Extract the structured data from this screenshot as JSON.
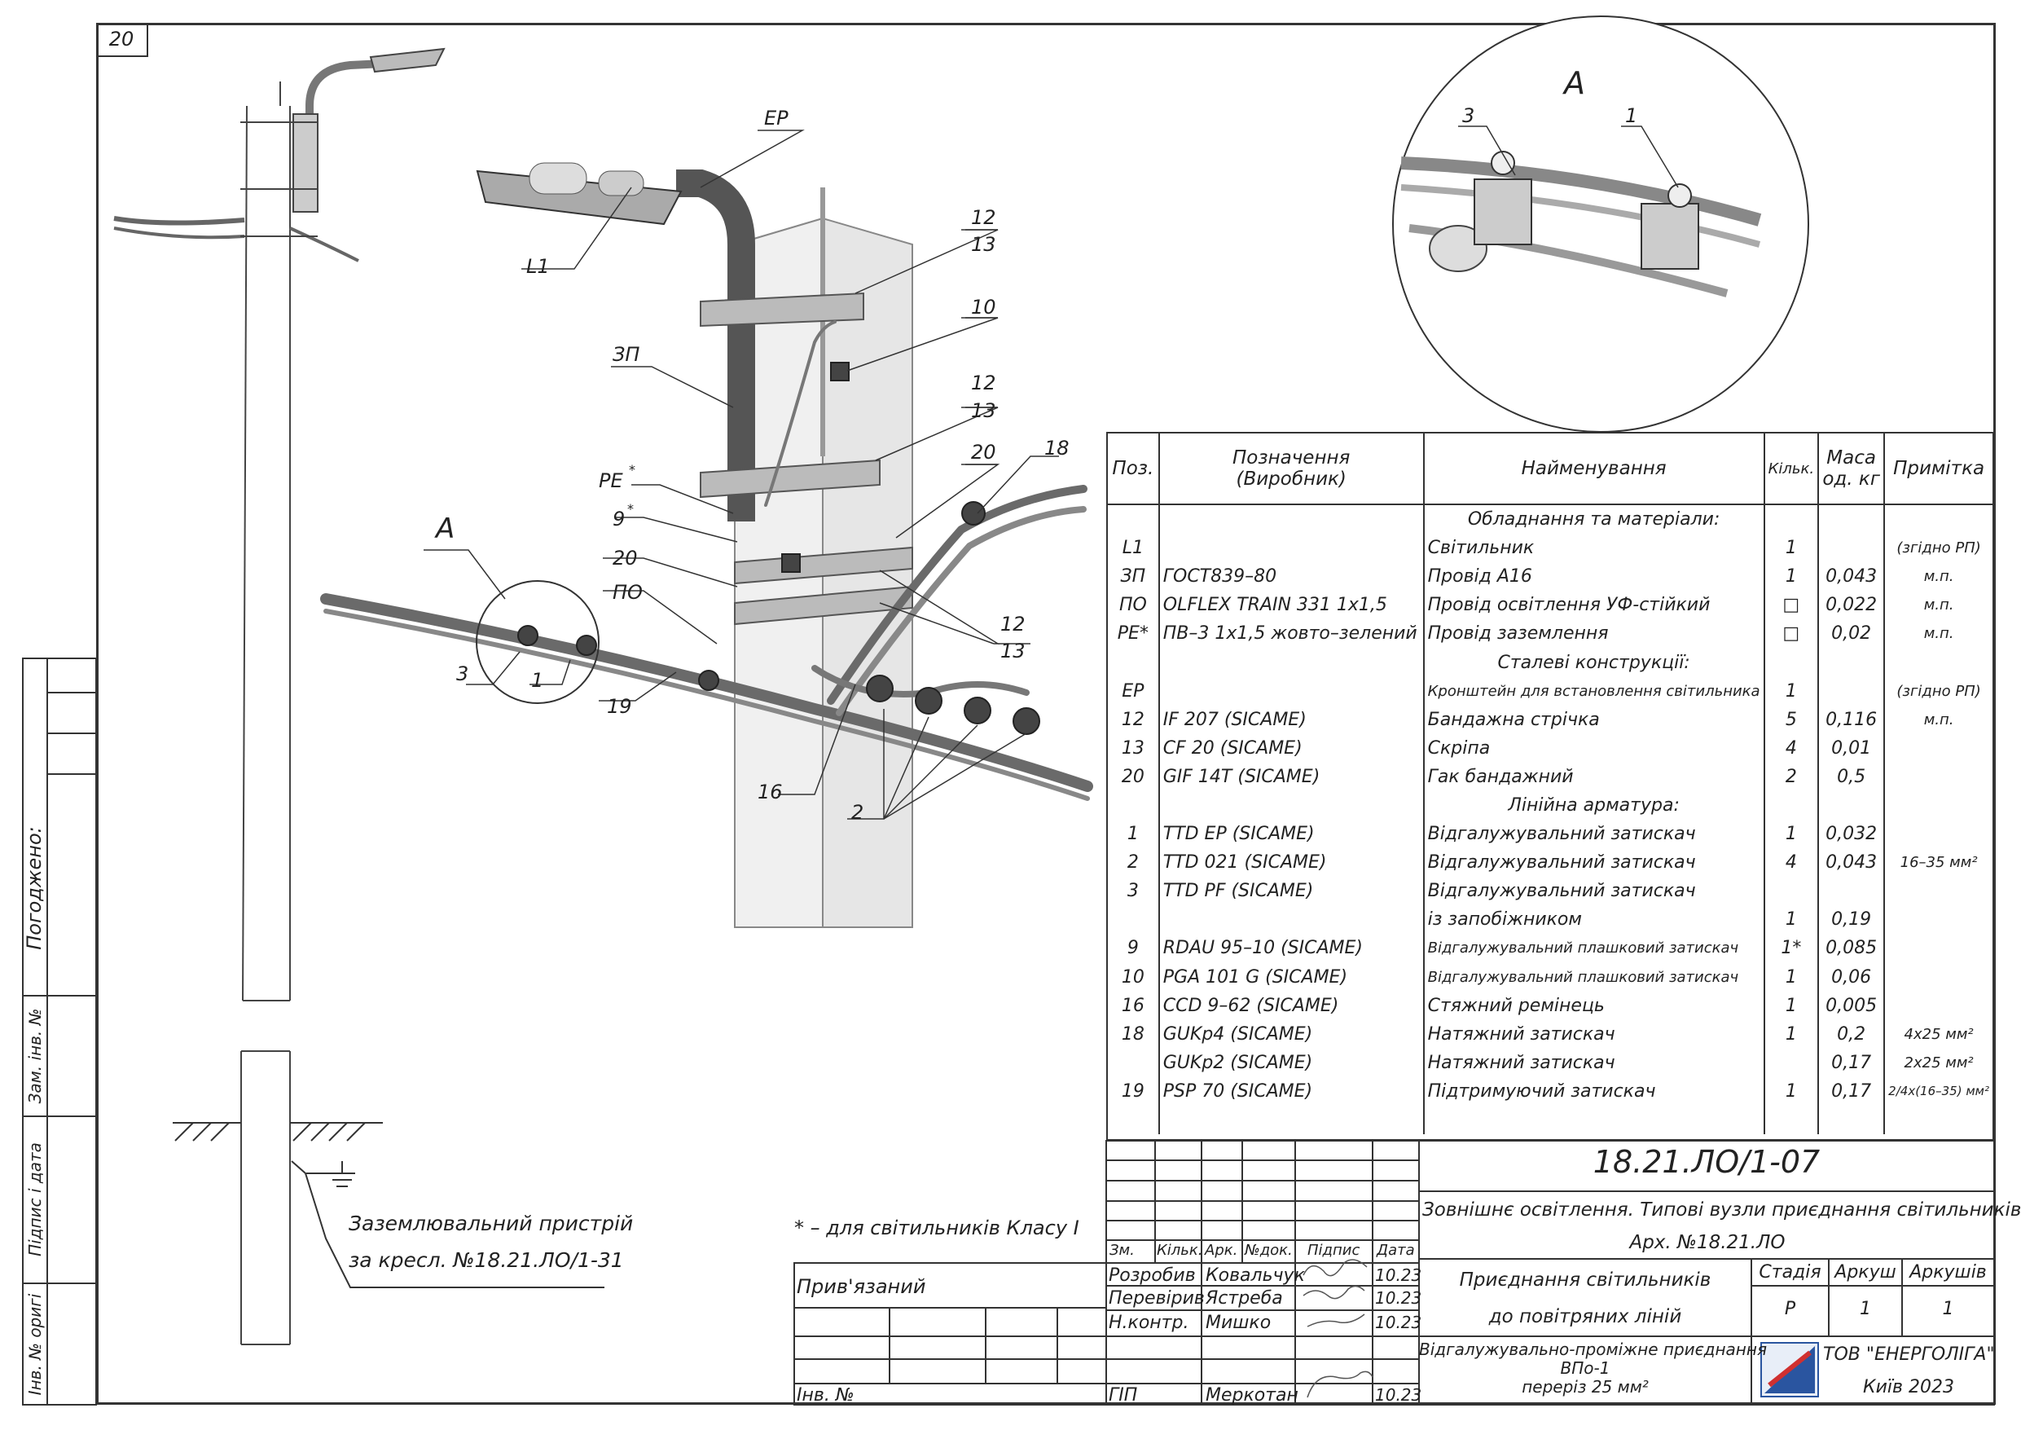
{
  "sheet_number": "20",
  "callout_a": "A",
  "drawing_labels": {
    "ep": "EP",
    "l1": "L1",
    "zp": "ЗП",
    "pe": "PE",
    "pe_star": "*",
    "po": "ПО",
    "n9": "9",
    "n9_star": "*",
    "n20a": "20",
    "n20b": "20",
    "n12a": "12",
    "n13a": "13",
    "n10": "10",
    "n12b": "12",
    "n13b": "13",
    "n18": "18",
    "n12c": "12",
    "n13c": "13",
    "n3": "3",
    "n1": "1",
    "n19": "19",
    "n16": "16",
    "n2": "2",
    "detail_3": "3",
    "detail_1": "1"
  },
  "grounding_note": {
    "line1": "Заземлювальний пристрій",
    "line2": "за кресл. №18.21.ЛО/1-31"
  },
  "footnote": "* – для світильників Класу I",
  "left_strip": {
    "agreed": "Погоджено:",
    "zam_inv": "Зам. інв. №",
    "sign_date": "Підпис і дата",
    "inv_orig": "Інв. № оригі"
  },
  "spec_table": {
    "headers": {
      "pos": "Поз.",
      "designation_1": "Позначення",
      "designation_2": "(Виробник)",
      "name": "Найменування",
      "qty": "Кільк.",
      "mass_1": "Маса",
      "mass_2": "од. кг",
      "note": "Примітка"
    },
    "rows": [
      {
        "type": "section",
        "name": "Обладнання та матеріали:"
      },
      {
        "pos": "L1",
        "des": "",
        "name": "Світильник",
        "qty": "1",
        "mass": "",
        "note": "(згідно РП)"
      },
      {
        "pos": "ЗП",
        "des": "ГОСТ839–80",
        "name": "Провід А16",
        "qty": "1",
        "mass": "0,043",
        "note": "м.п."
      },
      {
        "pos": "ПО",
        "des": "OLFLEX TRAIN 331 1х1,5",
        "name": "Провід освітлення УФ-стійкий",
        "qty": "□",
        "mass": "0,022",
        "note": "м.п."
      },
      {
        "pos": "PE*",
        "des": "ПВ–3 1х1,5 жовто–зелений",
        "name": "Провід заземлення",
        "qty": "□",
        "mass": "0,02",
        "note": "м.п."
      },
      {
        "type": "section",
        "name": "Сталеві конструкції:"
      },
      {
        "pos": "EP",
        "des": "",
        "name": "Кронштейн для встановлення світильника",
        "qty": "1",
        "mass": "",
        "note": "(згідно РП)",
        "small": true
      },
      {
        "pos": "12",
        "des": "IF 207  (SICAME)",
        "name": "Бандажна стрічка",
        "qty": "5",
        "mass": "0,116",
        "note": "м.п."
      },
      {
        "pos": "13",
        "des": "CF 20  (SICAME)",
        "name": "Скріпа",
        "qty": "4",
        "mass": "0,01",
        "note": ""
      },
      {
        "pos": "20",
        "des": "GIF 14T  (SICAME)",
        "name": "Гак бандажний",
        "qty": "2",
        "mass": "0,5",
        "note": ""
      },
      {
        "type": "section",
        "name": "Лінійна арматура:"
      },
      {
        "pos": "1",
        "des": "TTD EP  (SICAME)",
        "name": "Відгалужувальний затискач",
        "qty": "1",
        "mass": "0,032",
        "note": ""
      },
      {
        "pos": "2",
        "des": "TTD 021  (SICAME)",
        "name": "Відгалужувальний затискач",
        "qty": "4",
        "mass": "0,043",
        "note": "16–35 мм²"
      },
      {
        "pos": "3",
        "des": "TTD PF  (SICAME)",
        "name": "Відгалужувальний затискач",
        "qty": "",
        "mass": "",
        "note": ""
      },
      {
        "pos": "",
        "des": "",
        "name": "із запобіжником",
        "qty": "1",
        "mass": "0,19",
        "note": ""
      },
      {
        "pos": "9",
        "des": "RDAU 95–10  (SICAME)",
        "name": "Відгалужувальний плашковий затискач",
        "qty": "1*",
        "mass": "0,085",
        "note": "",
        "small": true
      },
      {
        "pos": "10",
        "des": "PGA 101 G  (SICAME)",
        "name": "Відгалужувальний плашковий затискач",
        "qty": "1",
        "mass": "0,06",
        "note": "",
        "small": true
      },
      {
        "pos": "16",
        "des": "CCD 9–62  (SICAME)",
        "name": "Стяжний ремінець",
        "qty": "1",
        "mass": "0,005",
        "note": ""
      },
      {
        "pos": "18",
        "des": "GUKp4  (SICAME)",
        "name": "Натяжний затискач",
        "qty": "1",
        "mass": "0,2",
        "note": "4х25 мм²"
      },
      {
        "pos": "",
        "des": "GUKp2  (SICAME)",
        "name": "Натяжний затискач",
        "qty": "",
        "mass": "0,17",
        "note": "2х25 мм²"
      },
      {
        "pos": "19",
        "des": "PSP 70  (SICAME)",
        "name": "Підтримуючий затискач",
        "qty": "1",
        "mass": "0,17",
        "note": "2/4х(16–35) мм²",
        "xsmall": true
      },
      {
        "pos": "",
        "des": "",
        "name": "",
        "qty": "",
        "mass": "",
        "note": ""
      }
    ]
  },
  "title_block": {
    "code": "18.21.ЛО/1-07",
    "project_1": "Зовнішнє освітлення. Типові вузли приєднання світильників",
    "project_2": "Арх. №18.21.ЛО",
    "cols": {
      "zm": "Зм.",
      "kilk": "Кільк.",
      "ark": "Арк.",
      "ndok": "№док.",
      "pidpys": "Підпис",
      "data": "Дата"
    },
    "people": [
      {
        "role": "Розробив",
        "name": "Ковальчук",
        "date": "10.23"
      },
      {
        "role": "Перевірив",
        "name": "Ястреба",
        "date": "10.23"
      },
      {
        "role": "Н.контр.",
        "name": "Мишко",
        "date": "10.23"
      },
      {
        "role": "ГІП",
        "name": "Меркотан",
        "date": "10.23"
      }
    ],
    "sheet_title_1": "Приєднання світильників",
    "sheet_title_2": "до повітряних ліній",
    "stage_label": "Стадія",
    "sheet_label": "Аркуш",
    "sheets_label": "Аркушів",
    "stage": "Р",
    "sheet": "1",
    "sheets": "1",
    "drawing_title_1": "Відгалужувально-проміжне приєднання",
    "drawing_title_2": "ВПо-1",
    "drawing_title_3": "переріз 25 мм²",
    "company_1": "ТОВ \"ЕНЕРГОЛІГА\"",
    "company_2": "Київ 2023",
    "privyazanyi": "Прив'язаний",
    "inv_no": "Інв. №"
  },
  "colors": {
    "line": "#333333",
    "pole_fill": "#e6e6e6",
    "cable": "#6a6a6a",
    "logo_blue": "#2a55a0",
    "logo_red": "#d03030"
  }
}
